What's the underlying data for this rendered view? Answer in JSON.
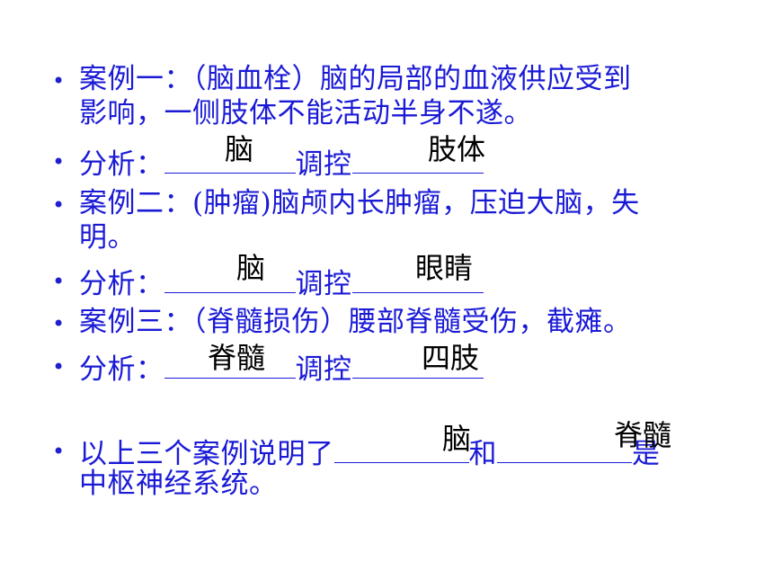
{
  "bullets": {
    "b1_line1": "案例一：（脑血栓）脑的局部的血液供应受到",
    "b1_line2": "影响，一侧肢体不能活动半身不遂。",
    "b2_label": "分析：",
    "b2_mid": "调控",
    "b3_line1": "案例二：(肿瘤)脑颅内长肿瘤，压迫大脑，失",
    "b3_line2": "明。",
    "b4_label": "分析：",
    "b4_mid": "调控",
    "b5_line1": "案例三：（脊髓损伤）腰部脊髓受伤，截瘫。",
    "b6_label": "分析：",
    "b6_mid": "调控",
    "b7_prefix": "以上三个案例说明了",
    "b7_mid": "和",
    "b7_suffix": "是",
    "b7_line2": "中枢神经系统。"
  },
  "answers": {
    "a1_left": "脑",
    "a1_right": "肢体",
    "a2_left": "脑",
    "a2_right": "眼睛",
    "a3_left": "脊髓",
    "a3_right": "四肢",
    "a4_left": "脑",
    "a4_right": "脊髓"
  },
  "colors": {
    "text": "#1a1ad6",
    "answer": "#000000",
    "background": "#ffffff"
  }
}
